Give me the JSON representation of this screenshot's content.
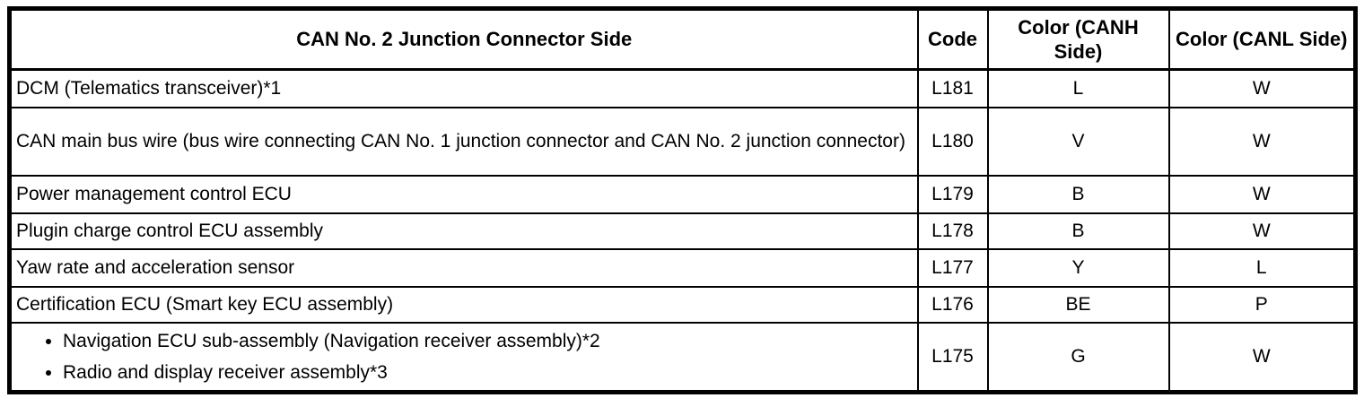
{
  "page": {
    "background_color": "#ffffff",
    "text_color": "#000000",
    "border_color": "#000000"
  },
  "table": {
    "headers": {
      "device": "CAN No. 2 Junction Connector Side",
      "code": "Code",
      "canh": "Color (CANH Side)",
      "canl": "Color (CANL Side)"
    },
    "rows": [
      {
        "device": "DCM (Telematics transceiver)*1",
        "code": "L181",
        "canh": "L",
        "canl": "W"
      },
      {
        "device": "CAN main bus wire (bus wire connecting CAN No. 1 junction connector and CAN No. 2 junction connector)",
        "code": "L180",
        "canh": "V",
        "canl": "W"
      },
      {
        "device": "Power management control ECU",
        "code": "L179",
        "canh": "B",
        "canl": "W"
      },
      {
        "device": "Plugin charge control ECU assembly",
        "code": "L178",
        "canh": "B",
        "canl": "W"
      },
      {
        "device": "Yaw rate and acceleration sensor",
        "code": "L177",
        "canh": "Y",
        "canl": "L"
      },
      {
        "device": "Certification ECU (Smart key ECU assembly)",
        "code": "L176",
        "canh": "BE",
        "canl": "P"
      },
      {
        "devices": [
          "Navigation ECU sub-assembly (Navigation receiver assembly)*2",
          "Radio and display receiver assembly*3"
        ],
        "code": "L175",
        "canh": "G",
        "canl": "W"
      }
    ]
  }
}
